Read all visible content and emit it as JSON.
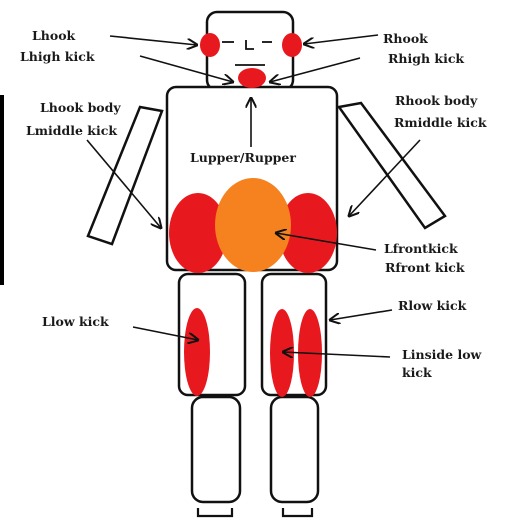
{
  "labels": {
    "lhook": "Lhook",
    "lhigh_kick": "Lhigh kick",
    "rhook": "Rhook",
    "rhigh_kick": "Rhigh kick",
    "lhook_body": "Lhook body",
    "lmiddle_kick": "Lmiddle kick",
    "rhook_body": "Rhook body",
    "rmiddle_kick": "Rmiddle kick",
    "lupper_rupper": "Lupper/Rupper",
    "lfrontkick": "Lfrontkick",
    "rfront_kick": "Rfront kick",
    "llow_kick": "Llow kick",
    "rlow_kick": "Rlow kick",
    "linside_low": "Linside low",
    "linside_low_2": "kick"
  },
  "colors": {
    "target_red": "#e8191e",
    "target_orange": "#f5821f",
    "outline": "#111111"
  }
}
